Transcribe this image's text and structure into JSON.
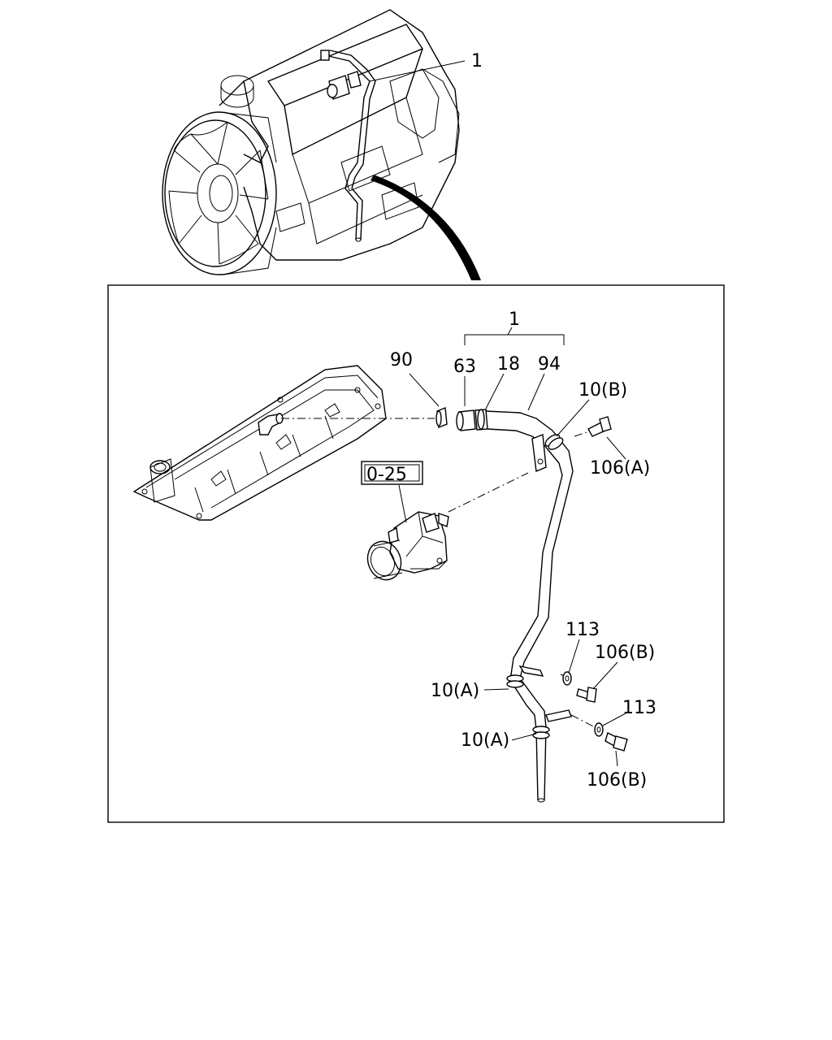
{
  "callouts": {
    "engine_part": "1",
    "assembly": "1",
    "hose_clamp_a": "63",
    "part_18": "18",
    "pipe_94": "94",
    "connector_90": "90",
    "bracket_10b": "10(B)",
    "bolt_106a": "106(A)",
    "ref_box": "0-25",
    "washer_113_upper": "113",
    "bolt_106b_upper": "106(B)",
    "bracket_10a_upper": "10(A)",
    "washer_113_lower": "113",
    "bracket_10a_lower": "10(A)",
    "bolt_106b_lower": "106(B)"
  }
}
